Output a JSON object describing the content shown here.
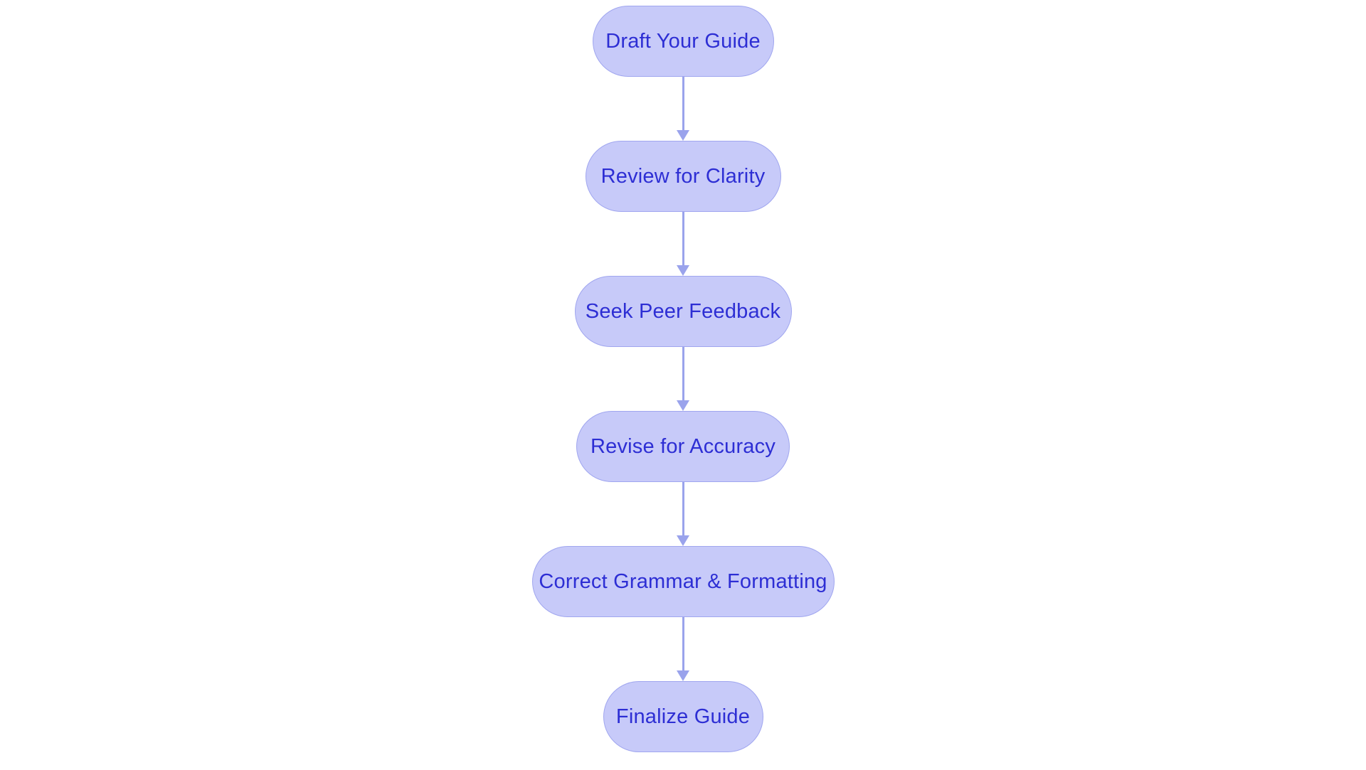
{
  "diagram": {
    "type": "flowchart",
    "orientation": "vertical-top-to-bottom",
    "background_color": "#ffffff",
    "node_fill_color": "#c7caf9",
    "node_border_color": "#a0a6ef",
    "node_text_color": "#2d2ed4",
    "connector_color": "#9aa3ec",
    "node_shape": "pill",
    "nodes": [
      {
        "label": "Draft Your Guide"
      },
      {
        "label": "Review for Clarity"
      },
      {
        "label": "Seek Peer Feedback"
      },
      {
        "label": "Revise for Accuracy"
      },
      {
        "label": "Correct Grammar & Formatting"
      },
      {
        "label": "Finalize Guide"
      }
    ],
    "connectors": [
      {
        "from": "Draft Your Guide",
        "to": "Review for Clarity",
        "arrow": "down-arrow-icon"
      },
      {
        "from": "Review for Clarity",
        "to": "Seek Peer Feedback",
        "arrow": "down-arrow-icon"
      },
      {
        "from": "Seek Peer Feedback",
        "to": "Revise for Accuracy",
        "arrow": "down-arrow-icon"
      },
      {
        "from": "Revise for Accuracy",
        "to": "Correct Grammar & Formatting",
        "arrow": "down-arrow-icon"
      },
      {
        "from": "Correct Grammar & Formatting",
        "to": "Finalize Guide",
        "arrow": "down-arrow-icon"
      }
    ]
  }
}
